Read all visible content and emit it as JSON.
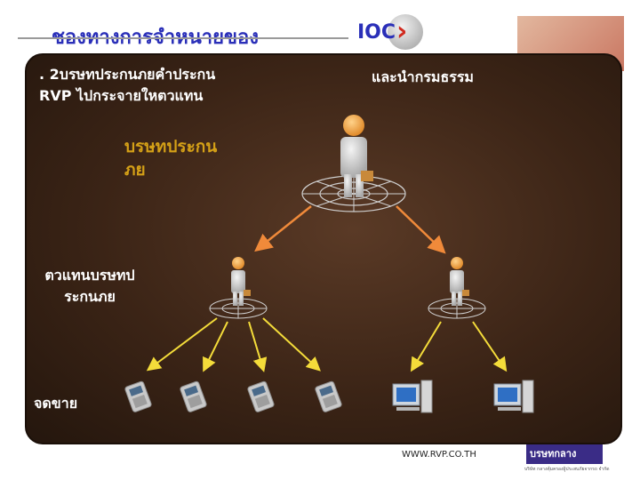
{
  "header": {
    "title_left": "ชองทางการจำหนายของ",
    "title_right": "IOC"
  },
  "body": {
    "subtitle_line1": ". 2บรษทประกนภยคำประกน",
    "subtitle_line2": "RVP ไปกระจายใหตวแทน",
    "subtitle_right": "และนำกรมธรรม",
    "label_company_1": "บรษทประกน",
    "label_company_2": "ภย",
    "label_agent_1": "ตวแทนบรษทป",
    "label_agent_2": "ระกนภย",
    "label_outlet": "จดขาย"
  },
  "footer": {
    "url": "WWW.RVP.CO.TH",
    "logo_text": "บรษทกลาง",
    "tagline": "บริษัท กลางคุ้มครองผู้ประสบภัยจากรถ จำกัด"
  },
  "colors": {
    "title": "#2a2fb8",
    "company_label": "#d4a017",
    "arrow_orange": "#f08a3a",
    "arrow_yellow": "#f4dc3a"
  }
}
